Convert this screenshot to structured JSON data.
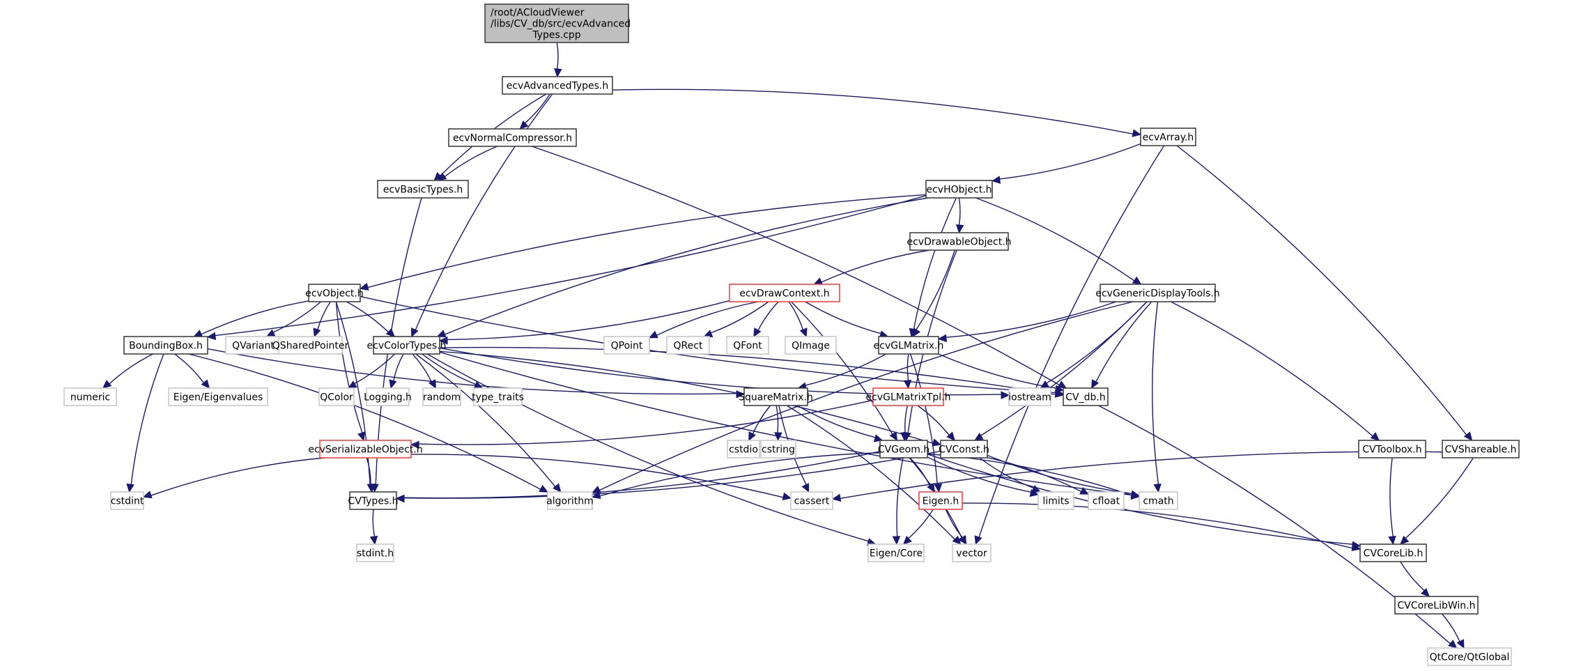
{
  "diagram": {
    "title": "Include dependency graph for ecvAdvancedTypes.cpp",
    "colors": {
      "edge": "#191970",
      "root_fill": "#bfbfbf",
      "file_border": "#404040",
      "missing_border": "#c8c8c8",
      "truncated_border": "#ff4040"
    },
    "nodes": [
      {
        "id": "root",
        "label": [
          "/root/ACloudViewer",
          "/libs/CV_db/src/ecvAdvanced",
          "Types.cpp"
        ],
        "kind": "root"
      },
      {
        "id": "ecvAdvancedTypes",
        "label": [
          "ecvAdvancedTypes.h"
        ],
        "kind": "file"
      },
      {
        "id": "ecvNormalCompressor",
        "label": [
          "ecvNormalCompressor.h"
        ],
        "kind": "file"
      },
      {
        "id": "ecvBasicTypes",
        "label": [
          "ecvBasicTypes.h"
        ],
        "kind": "file"
      },
      {
        "id": "ecvArray",
        "label": [
          "ecvArray.h"
        ],
        "kind": "file"
      },
      {
        "id": "ecvHObject",
        "label": [
          "ecvHObject.h"
        ],
        "kind": "file"
      },
      {
        "id": "ecvDrawableObject",
        "label": [
          "ecvDrawableObject.h"
        ],
        "kind": "file"
      },
      {
        "id": "ecvGenericDisplayTools",
        "label": [
          "ecvGenericDisplayTools.h"
        ],
        "kind": "file"
      },
      {
        "id": "ecvObject",
        "label": [
          "ecvObject.h"
        ],
        "kind": "file"
      },
      {
        "id": "ecvDrawContext",
        "label": [
          "ecvDrawContext.h"
        ],
        "kind": "truncated"
      },
      {
        "id": "BoundingBox",
        "label": [
          "BoundingBox.h"
        ],
        "kind": "file"
      },
      {
        "id": "QVariant",
        "label": [
          "QVariant"
        ],
        "kind": "missing"
      },
      {
        "id": "QSharedPointer",
        "label": [
          "QSharedPointer"
        ],
        "kind": "missing"
      },
      {
        "id": "ecvColorTypes",
        "label": [
          "ecvColorTypes.h"
        ],
        "kind": "file"
      },
      {
        "id": "QPoint",
        "label": [
          "QPoint"
        ],
        "kind": "missing"
      },
      {
        "id": "QRect",
        "label": [
          "QRect"
        ],
        "kind": "missing"
      },
      {
        "id": "QFont",
        "label": [
          "QFont"
        ],
        "kind": "missing"
      },
      {
        "id": "QImage",
        "label": [
          "QImage"
        ],
        "kind": "missing"
      },
      {
        "id": "ecvGLMatrix",
        "label": [
          "ecvGLMatrix.h"
        ],
        "kind": "file"
      },
      {
        "id": "numeric",
        "label": [
          "numeric"
        ],
        "kind": "missing"
      },
      {
        "id": "EigenEigenvalues",
        "label": [
          "Eigen/Eigenvalues"
        ],
        "kind": "missing"
      },
      {
        "id": "QColor",
        "label": [
          "QColor"
        ],
        "kind": "missing"
      },
      {
        "id": "Logging",
        "label": [
          "Logging.h"
        ],
        "kind": "missing"
      },
      {
        "id": "random",
        "label": [
          "random"
        ],
        "kind": "missing"
      },
      {
        "id": "type_traits",
        "label": [
          "type_traits"
        ],
        "kind": "missing"
      },
      {
        "id": "SquareMatrix",
        "label": [
          "SquareMatrix.h"
        ],
        "kind": "file"
      },
      {
        "id": "ecvGLMatrixTpl",
        "label": [
          "ecvGLMatrixTpl.h"
        ],
        "kind": "truncated"
      },
      {
        "id": "iostream",
        "label": [
          "iostream"
        ],
        "kind": "missing"
      },
      {
        "id": "CV_db",
        "label": [
          "CV_db.h"
        ],
        "kind": "file"
      },
      {
        "id": "ecvSerializableObject",
        "label": [
          "ecvSerializableObject.h"
        ],
        "kind": "truncated"
      },
      {
        "id": "cstdio",
        "label": [
          "cstdio"
        ],
        "kind": "missing"
      },
      {
        "id": "cstring",
        "label": [
          "cstring"
        ],
        "kind": "missing"
      },
      {
        "id": "CVGeom",
        "label": [
          "CVGeom.h"
        ],
        "kind": "file"
      },
      {
        "id": "CVConst",
        "label": [
          "CVConst.h"
        ],
        "kind": "file"
      },
      {
        "id": "CVToolbox",
        "label": [
          "CVToolbox.h"
        ],
        "kind": "file"
      },
      {
        "id": "CVShareable",
        "label": [
          "CVShareable.h"
        ],
        "kind": "file"
      },
      {
        "id": "cstdint",
        "label": [
          "cstdint"
        ],
        "kind": "missing"
      },
      {
        "id": "CVTypes",
        "label": [
          "CVTypes.h"
        ],
        "kind": "file"
      },
      {
        "id": "algorithm",
        "label": [
          "algorithm"
        ],
        "kind": "missing"
      },
      {
        "id": "cassert",
        "label": [
          "cassert"
        ],
        "kind": "missing"
      },
      {
        "id": "EigenH",
        "label": [
          "Eigen.h"
        ],
        "kind": "truncated"
      },
      {
        "id": "limits",
        "label": [
          "limits"
        ],
        "kind": "missing"
      },
      {
        "id": "cfloat",
        "label": [
          "cfloat"
        ],
        "kind": "missing"
      },
      {
        "id": "cmath",
        "label": [
          "cmath"
        ],
        "kind": "missing"
      },
      {
        "id": "stdint",
        "label": [
          "stdint.h"
        ],
        "kind": "missing"
      },
      {
        "id": "EigenCore",
        "label": [
          "Eigen/Core"
        ],
        "kind": "missing"
      },
      {
        "id": "vector",
        "label": [
          "vector"
        ],
        "kind": "missing"
      },
      {
        "id": "CVCoreLib",
        "label": [
          "CVCoreLib.h"
        ],
        "kind": "file"
      },
      {
        "id": "CVCoreLibWin",
        "label": [
          "CVCoreLibWin.h"
        ],
        "kind": "file"
      },
      {
        "id": "QtGlobal",
        "label": [
          "QtCore/QtGlobal"
        ],
        "kind": "missing"
      }
    ],
    "edges": [
      [
        "root",
        "ecvAdvancedTypes"
      ],
      [
        "ecvAdvancedTypes",
        "ecvBasicTypes"
      ],
      [
        "ecvAdvancedTypes",
        "ecvNormalCompressor"
      ],
      [
        "ecvAdvancedTypes",
        "ecvColorTypes"
      ],
      [
        "ecvAdvancedTypes",
        "ecvArray"
      ],
      [
        "ecvNormalCompressor",
        "ecvBasicTypes"
      ],
      [
        "ecvNormalCompressor",
        "CV_db"
      ],
      [
        "ecvBasicTypes",
        "CVTypes"
      ],
      [
        "ecvArray",
        "ecvHObject"
      ],
      [
        "ecvArray",
        "vector"
      ],
      [
        "ecvArray",
        "CVShareable"
      ],
      [
        "ecvHObject",
        "ecvObject"
      ],
      [
        "ecvHObject",
        "BoundingBox"
      ],
      [
        "ecvHObject",
        "ecvColorTypes"
      ],
      [
        "ecvHObject",
        "ecvDrawableObject"
      ],
      [
        "ecvHObject",
        "ecvGLMatrix"
      ],
      [
        "ecvHObject",
        "ecvGenericDisplayTools"
      ],
      [
        "ecvDrawableObject",
        "ecvDrawContext"
      ],
      [
        "ecvDrawableObject",
        "ecvGLMatrix"
      ],
      [
        "ecvDrawableObject",
        "CVGeom"
      ],
      [
        "ecvGenericDisplayTools",
        "ecvGLMatrix"
      ],
      [
        "ecvGenericDisplayTools",
        "algorithm"
      ],
      [
        "ecvGenericDisplayTools",
        "iostream"
      ],
      [
        "ecvGenericDisplayTools",
        "CV_db"
      ],
      [
        "ecvGenericDisplayTools",
        "CVConst"
      ],
      [
        "ecvGenericDisplayTools",
        "cmath"
      ],
      [
        "ecvGenericDisplayTools",
        "CVToolbox"
      ],
      [
        "ecvObject",
        "BoundingBox"
      ],
      [
        "ecvObject",
        "QVariant"
      ],
      [
        "ecvObject",
        "QSharedPointer"
      ],
      [
        "ecvObject",
        "ecvColorTypes"
      ],
      [
        "ecvObject",
        "ecvSerializableObject"
      ],
      [
        "ecvObject",
        "CVTypes"
      ],
      [
        "ecvObject",
        "CV_db"
      ],
      [
        "ecvDrawContext",
        "ecvColorTypes"
      ],
      [
        "ecvDrawContext",
        "QPoint"
      ],
      [
        "ecvDrawContext",
        "QRect"
      ],
      [
        "ecvDrawContext",
        "QFont"
      ],
      [
        "ecvDrawContext",
        "QImage"
      ],
      [
        "ecvDrawContext",
        "ecvGLMatrix"
      ],
      [
        "ecvDrawContext",
        "CVGeom"
      ],
      [
        "BoundingBox",
        "numeric"
      ],
      [
        "BoundingBox",
        "EigenEigenvalues"
      ],
      [
        "BoundingBox",
        "cstdint"
      ],
      [
        "BoundingBox",
        "algorithm"
      ],
      [
        "BoundingBox",
        "SquareMatrix"
      ],
      [
        "ecvColorTypes",
        "QColor"
      ],
      [
        "ecvColorTypes",
        "Logging"
      ],
      [
        "ecvColorTypes",
        "random"
      ],
      [
        "ecvColorTypes",
        "type_traits"
      ],
      [
        "ecvColorTypes",
        "algorithm"
      ],
      [
        "ecvColorTypes",
        "EigenCore"
      ],
      [
        "ecvColorTypes",
        "CV_db"
      ],
      [
        "ecvColorTypes",
        "iostream"
      ],
      [
        "ecvColorTypes",
        "CVConst"
      ],
      [
        "ecvColorTypes",
        "cmath"
      ],
      [
        "ecvGLMatrix",
        "SquareMatrix"
      ],
      [
        "ecvGLMatrix",
        "ecvGLMatrixTpl"
      ],
      [
        "ecvGLMatrix",
        "EigenH"
      ],
      [
        "ecvGLMatrix",
        "CV_db"
      ],
      [
        "ecvGLMatrixTpl",
        "ecvSerializableObject"
      ],
      [
        "ecvGLMatrixTpl",
        "CVGeom"
      ],
      [
        "ecvGLMatrixTpl",
        "CVConst"
      ],
      [
        "SquareMatrix",
        "cstdio"
      ],
      [
        "SquareMatrix",
        "cstring"
      ],
      [
        "SquareMatrix",
        "cassert"
      ],
      [
        "SquareMatrix",
        "vector"
      ],
      [
        "SquareMatrix",
        "CVGeom"
      ],
      [
        "ecvSerializableObject",
        "CVTypes"
      ],
      [
        "ecvSerializableObject",
        "cstdint"
      ],
      [
        "ecvSerializableObject",
        "cassert"
      ],
      [
        "CVTypes",
        "stdint"
      ],
      [
        "CVGeom",
        "CVTypes"
      ],
      [
        "CVGeom",
        "algorithm"
      ],
      [
        "CVGeom",
        "EigenH"
      ],
      [
        "CVGeom",
        "EigenCore"
      ],
      [
        "CVGeom",
        "vector"
      ],
      [
        "CVGeom",
        "limits"
      ],
      [
        "CVGeom",
        "cmath"
      ],
      [
        "CVGeom",
        "CVCoreLib"
      ],
      [
        "CVConst",
        "CVTypes"
      ],
      [
        "CVConst",
        "limits"
      ],
      [
        "CVConst",
        "cfloat"
      ],
      [
        "CVConst",
        "cmath"
      ],
      [
        "EigenH",
        "EigenCore"
      ],
      [
        "EigenH",
        "vector"
      ],
      [
        "EigenH",
        "CVCoreLib"
      ],
      [
        "CVToolbox",
        "CVCoreLib"
      ],
      [
        "CVShareable",
        "CVCoreLib"
      ],
      [
        "CVShareable",
        "cassert"
      ],
      [
        "CV_db",
        "QtGlobal"
      ],
      [
        "CVCoreLib",
        "CVCoreLibWin"
      ],
      [
        "CVCoreLibWin",
        "QtGlobal"
      ]
    ]
  }
}
